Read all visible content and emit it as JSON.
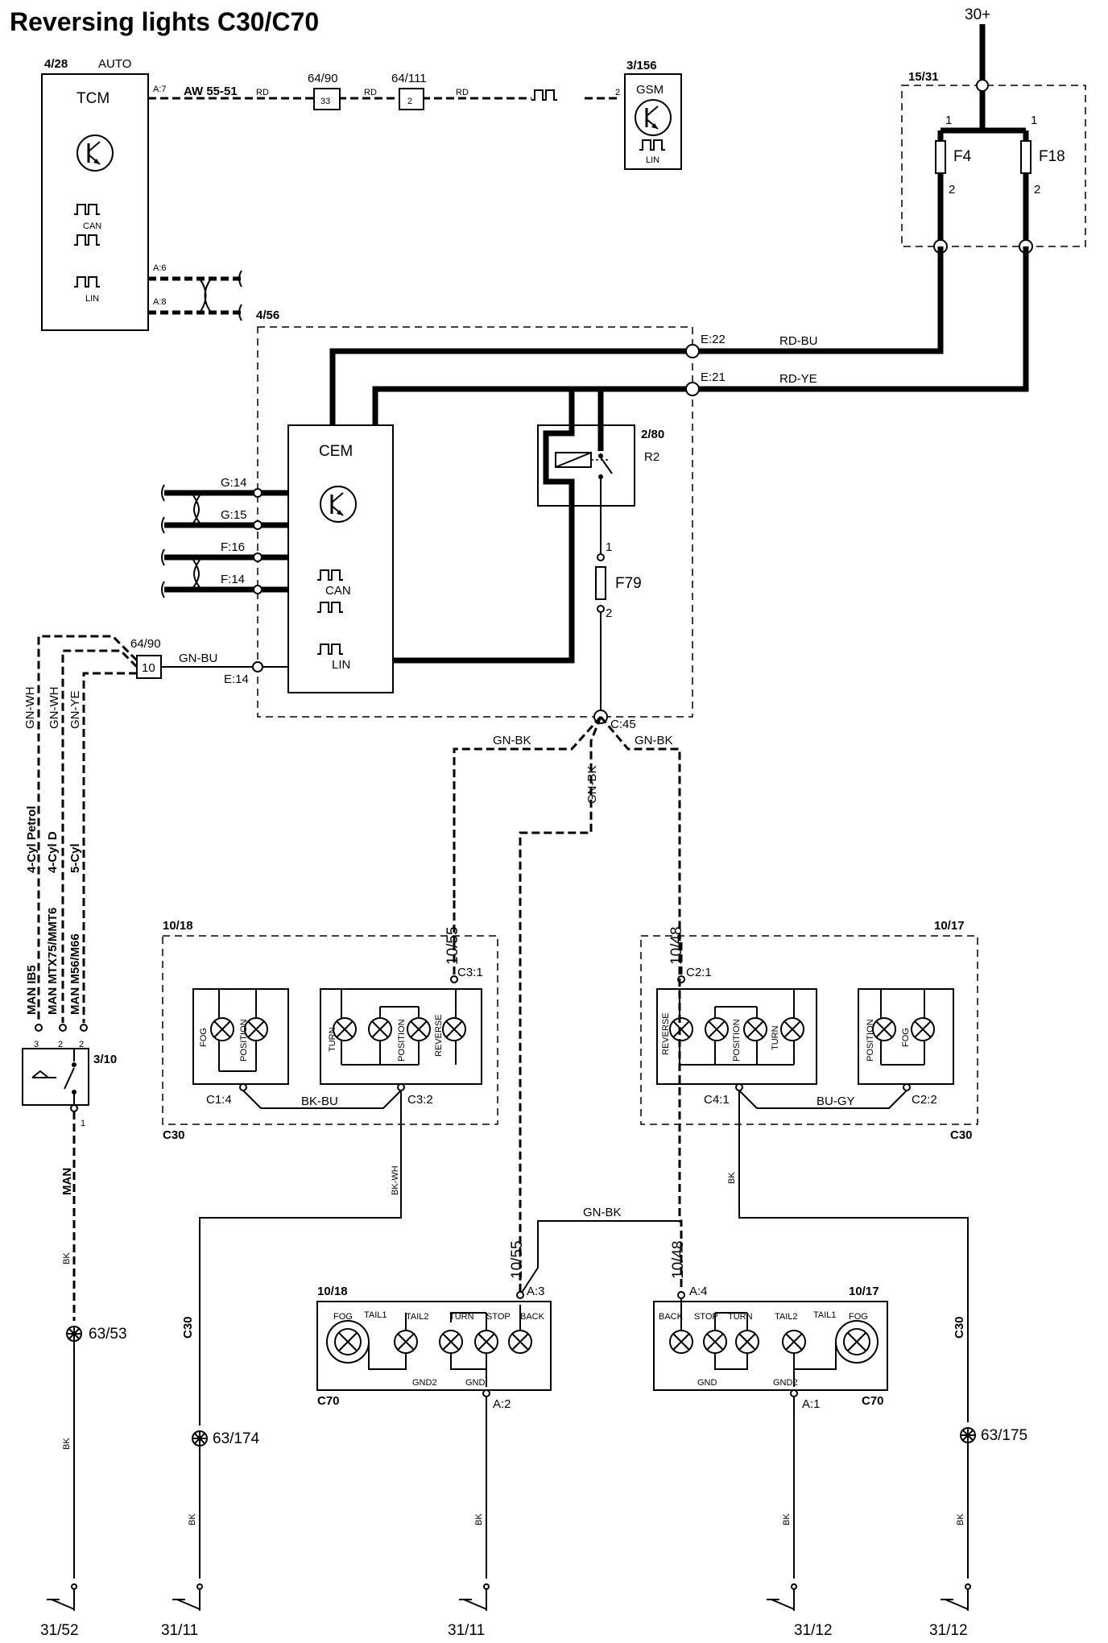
{
  "title": "Reversing lights C30/C70",
  "supply": "30+",
  "tcm": {
    "ref": "4/28",
    "variant": "AUTO",
    "name": "TCM",
    "can": "CAN",
    "lin": "LIN",
    "pin_a7": "A:7",
    "pin_a6": "A:6",
    "pin_a8": "A:8",
    "wire_code": "AW 55-51"
  },
  "gsm": {
    "ref": "3/156",
    "name": "GSM",
    "lin": "LIN",
    "pin": "2"
  },
  "connectors": {
    "c64_90": "64/90",
    "c64_90_pin": "33",
    "c64_111": "64/111",
    "c64_111_pin": "2",
    "c64_90b": "64/90",
    "c64_90b_pin": "10"
  },
  "fusebox": {
    "ref": "15/31",
    "f4": "F4",
    "f18": "F18",
    "p1": "1",
    "p2": "2"
  },
  "cem_unit": {
    "ref": "4/56",
    "name": "CEM",
    "can": "CAN",
    "lin": "LIN",
    "e22": "E:22",
    "e21": "E:21",
    "g14": "G:14",
    "g15": "G:15",
    "f16": "F:16",
    "f14": "F:14",
    "e14": "E:14",
    "c45": "C:45"
  },
  "relay": {
    "ref": "2/80",
    "name": "R2",
    "fuse": "F79",
    "p1": "1",
    "p2": "2"
  },
  "colors": {
    "rd": "RD",
    "rd_bu": "RD-BU",
    "rd_ye": "RD-YE",
    "gn_bu": "GN-BU",
    "gn_bk": "GN-BK",
    "gn_wh": "GN-WH",
    "gn_ye": "GN-YE",
    "bk_bu": "BK-BU",
    "bk_wh": "BK-WH",
    "bu_gy": "BU-GY",
    "bk": "BK"
  },
  "switch": {
    "ref": "3/10",
    "man": "MAN",
    "p3": "3",
    "p2": "2",
    "p1": "1",
    "labels": [
      "MAN IB5",
      "MAN MTX75/MMT6",
      "MAN M56/M66"
    ],
    "engines": [
      "4-Cyl Petrol",
      "4-Cyl D",
      "5-Cyl"
    ]
  },
  "c30_left": {
    "ref": "10/18",
    "model": "C30",
    "c1_4": "C1:4",
    "c3_2": "C3:2",
    "c3_1": "C3:1",
    "wire": "10/55",
    "lamps_a": [
      "FOG",
      "POSITION"
    ],
    "lamps_b": [
      "TURN",
      "POSITION",
      "REVERSE"
    ]
  },
  "c30_right": {
    "ref": "10/17",
    "model": "C30",
    "c4_1": "C4:1",
    "c2_2": "C2:2",
    "c2_1": "C2:1",
    "wire": "10/48",
    "lamps_a": [
      "REVERSE",
      "POSITION",
      "TURN"
    ],
    "lamps_b": [
      "POSITION",
      "FOG"
    ]
  },
  "c70_left": {
    "ref": "10/18",
    "model": "C70",
    "a3": "A:3",
    "a2": "A:2",
    "wire": "10/55",
    "labels": [
      "FOG",
      "TAIL1",
      "TAIL2",
      "TURN",
      "STOP",
      "BACK"
    ],
    "gnd2": "GND2",
    "gnd": "GND"
  },
  "c70_right": {
    "ref": "10/17",
    "model": "C70",
    "a4": "A:4",
    "a1": "A:1",
    "wire": "10/48",
    "labels": [
      "BACK",
      "STOP",
      "TURN",
      "TAIL2",
      "TAIL1",
      "FOG"
    ],
    "gnd": "GND",
    "gnd2": "GND2"
  },
  "splices": {
    "s53": "63/53",
    "s174": "63/174",
    "s175": "63/175"
  },
  "model_tags": {
    "c30": "C30"
  },
  "grounds": [
    "31/52",
    "31/11",
    "31/11",
    "31/12",
    "31/12"
  ]
}
